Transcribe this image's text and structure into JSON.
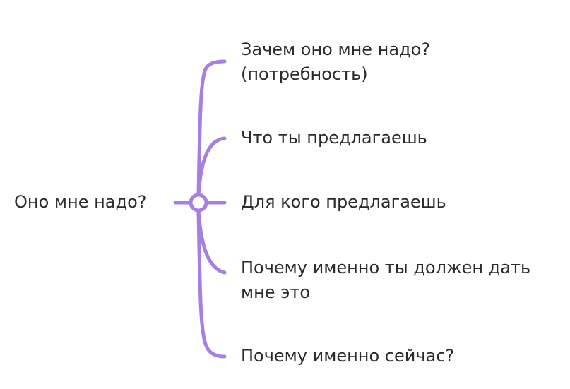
{
  "root": {
    "label": "Оно мне надо?"
  },
  "branches": [
    {
      "lines": [
        "Зачем оно мне надо?",
        "(потребность)"
      ]
    },
    {
      "lines": [
        "Что ты предлагаешь"
      ]
    },
    {
      "lines": [
        "Для кого предлагаешь"
      ]
    },
    {
      "lines": [
        "Почему именно ты должен дать",
        "мне это"
      ]
    },
    {
      "lines": [
        "Почему именно сейчас?"
      ]
    }
  ],
  "colors": {
    "connector": "#a77fe3",
    "text": "#2b2b2b",
    "background": "#ffffff"
  }
}
